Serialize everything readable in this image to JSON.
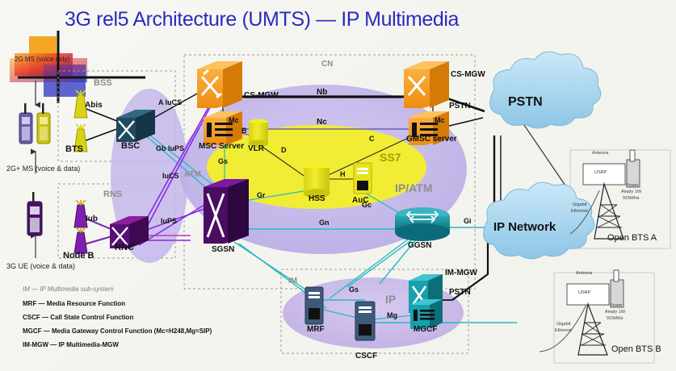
{
  "title": "3G rel5 Architecture (UMTS) — IP Multimedia",
  "colors": {
    "title": "#2b2bbf",
    "cn_ellipse": "#c3b6ea",
    "ss7_ellipse": "#f2ef2a",
    "im_ellipse": "#c9b9e8",
    "cloud": "#a9d5ee",
    "orange_node": "#f29318",
    "teal_node": "#17848f",
    "purple_node": "#3d0b52",
    "magenta_node": "#8d1f9c",
    "bsc_node": "#1d4a5e",
    "link_teal": "#27b8c4",
    "link_purple": "#8a2be2",
    "yellow_db": "#e8e317"
  },
  "access": {
    "ms_2g_label": "2G MS (voice only)",
    "ms_2gplus_label": "2G+ MS (voice & data)",
    "ue_3g_label": "3G UE (voice & data)",
    "bss_label": "BSS",
    "rns_label": "RNS",
    "bts_label": "BTS",
    "bsc_label": "BSC",
    "abis_label": "Abis",
    "nodeb_label": "Node B",
    "rnc_label": "RNC",
    "iub_label": "Iub"
  },
  "interfaces": {
    "a_iucs": "A IuCS",
    "gb_iups": "Gb IuPS",
    "iucs": "IuCS",
    "iups": "IuPS",
    "atm": "ATM",
    "nb": "Nb",
    "nc": "Nc",
    "mc_left": "Mc",
    "mc_right": "Mc",
    "b": "B",
    "c": "C",
    "d": "D",
    "h": "H",
    "gs_cn": "Gs",
    "gr": "Gr",
    "gc": "Gc",
    "gn": "Gn",
    "gi": "Gi",
    "gs_im": "Gs",
    "mg": "Mg"
  },
  "core": {
    "cn_label": "CN",
    "ipatm_label": "IP/ATM",
    "ss7_label": "SS7",
    "csmgw_left": "CS-MGW",
    "csmgw_right": "CS-MGW",
    "msc_server": "MSC Server",
    "gmsc_server": "GMSC server",
    "vlr": "VLR",
    "hss": "HSS",
    "auc": "AuC",
    "sgsn": "SGSN",
    "ggsn": "GGSN",
    "pstn_cn": "PSTN"
  },
  "im": {
    "im_label": "IM",
    "ip_label": "IP",
    "mrf": "MRF",
    "cscf": "CSCF",
    "mgcf": "MGCF",
    "im_mgw": "IM-MGW",
    "pstn_im": "PSTN"
  },
  "clouds": {
    "pstn": "PSTN",
    "ip_network": "IP Network"
  },
  "openbts": [
    {
      "name": "Open BTS A",
      "antenna": "Antenna",
      "usrp": "USRP",
      "power": "Power",
      "amply": "Amply 1W",
      "freq": "915MHz",
      "ethernet_line1": "Gigabit",
      "ethernet_line2": "Ethernet"
    },
    {
      "name": "Open BTS B",
      "antenna": "Antenna",
      "usrp": "USRP",
      "power": "Power",
      "amply": "Amply 1W",
      "freq": "915MHz",
      "ethernet_line1": "Gigabit",
      "ethernet_line2": "Ethernet"
    }
  ],
  "legend": [
    "IM — IP Multimedia sub-system",
    "MRF — Media Resource Function",
    "CSCF — Call State Control Function",
    "MGCF — Media Gateway Control Function (Mc=H248,Mg=SIP)",
    "IM-MGW — IP Multimedia-MGW"
  ]
}
